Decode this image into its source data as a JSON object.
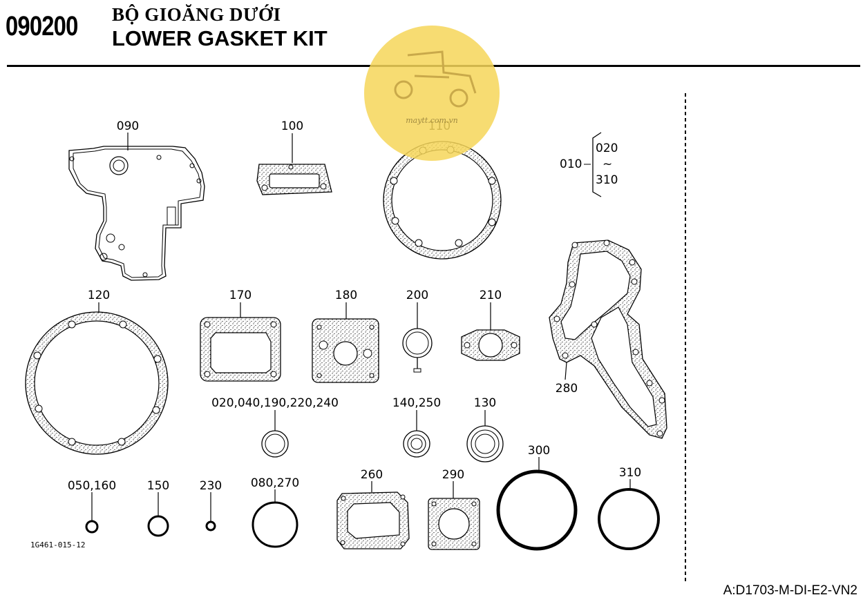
{
  "header": {
    "section_code": "090200",
    "title_vi": "BỘ GIOĂNG DƯỚI",
    "title_en": "LOWER GASKET KIT"
  },
  "watermark": {
    "text": "maytt.com.vn",
    "color": "#f6d659"
  },
  "range_callout": {
    "ref": "010",
    "from": "020",
    "tilde": "~",
    "to": "310"
  },
  "parts": [
    {
      "id": "090",
      "label": "090"
    },
    {
      "id": "100",
      "label": "100"
    },
    {
      "id": "110",
      "label": "110"
    },
    {
      "id": "120",
      "label": "120"
    },
    {
      "id": "170",
      "label": "170"
    },
    {
      "id": "180",
      "label": "180"
    },
    {
      "id": "200",
      "label": "200"
    },
    {
      "id": "210",
      "label": "210"
    },
    {
      "id": "280",
      "label": "280"
    },
    {
      "id": "020-040-190-220-240",
      "label": "020,040,190,220,240"
    },
    {
      "id": "140-250",
      "label": "140,250"
    },
    {
      "id": "130",
      "label": "130"
    },
    {
      "id": "300",
      "label": "300"
    },
    {
      "id": "310",
      "label": "310"
    },
    {
      "id": "050-160",
      "label": "050,160"
    },
    {
      "id": "150",
      "label": "150"
    },
    {
      "id": "230",
      "label": "230"
    },
    {
      "id": "080-270",
      "label": "080,270"
    },
    {
      "id": "260",
      "label": "260"
    },
    {
      "id": "290",
      "label": "290"
    }
  ],
  "figure_number": "1G461-015-12",
  "model_code": "A:D1703-M-DI-E2-VN2"
}
